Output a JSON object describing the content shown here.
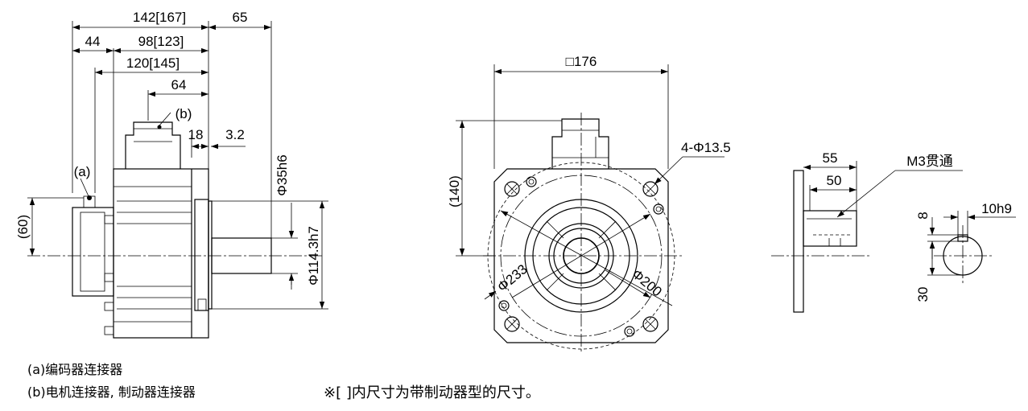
{
  "side_view": {
    "dim_overall": "142[167]",
    "dim_shaft": "65",
    "dim_rear": "44",
    "dim_body": "98[123]",
    "dim_body_long": "120[145]",
    "dim_connector": "64",
    "dim_flange": "18",
    "dim_spigot": "3.2",
    "dim_encoder_height": "(60)",
    "dim_shaft_dia": "Φ35h6",
    "dim_spigot_dia": "Φ114.3h7",
    "label_a": "(a)",
    "label_b": "(b)"
  },
  "front_view": {
    "dim_square": "□176",
    "dim_connector_height": "(140)",
    "dim_holes": "4-Φ13.5",
    "dim_pcd": "Φ200",
    "dim_outer": "Φ233"
  },
  "shaft_view": {
    "dim_55": "55",
    "dim_50": "50",
    "label_thread": "M3贯通",
    "dim_8": "8",
    "dim_30": "30",
    "dim_key": "10h9"
  },
  "notes": {
    "note_a": "(a)编码器连接器",
    "note_b": "(b)电机连接器, 制动器连接器",
    "note_bracket": "※[ ]内尺寸为带制动器型的尺寸。"
  }
}
